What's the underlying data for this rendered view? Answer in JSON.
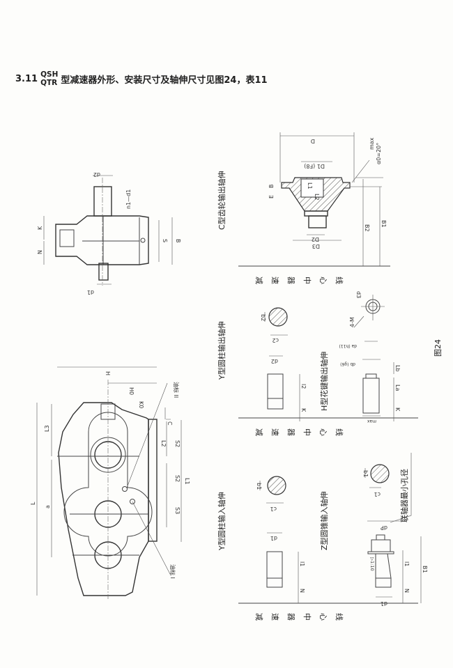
{
  "heading": {
    "number": "3.11",
    "model_top": "QSH",
    "model_bottom": "QTR",
    "text": "型减速器外形、安装尺寸及轴伸尺寸见图24，表11"
  },
  "figure_label": "图24",
  "captions": {
    "c_gear_output": "C型齿轮输出轴伸",
    "y_cyl_output": "Y型圆柱输出轴伸",
    "h_spline_output": "H型花键输出轴伸",
    "y_cyl_input": "Y型圆柱输入轴伸",
    "z_cone_input": "Z型圆锥输入轴伸",
    "coupling_min_bore": "联轴器最小孔径",
    "centerline_chars": [
      "减",
      "速",
      "器",
      "中",
      "心",
      "线"
    ]
  },
  "top_view_labels": {
    "d2": "d2",
    "n1_d1": "n1—d1",
    "K": "K",
    "N": "N",
    "S": "S",
    "B": "B",
    "d1": "d1"
  },
  "main_view_labels": {
    "H": "H",
    "Ho": "H0",
    "Ko": "K0",
    "oil_mark_2": "油标 II",
    "oil_mark_1": "油标 I",
    "L": "L",
    "L3": "L3",
    "a": "a",
    "C": "C",
    "L2": "L2",
    "S2a": "S2",
    "S2b": "S2",
    "S3": "S3",
    "L1": "L1"
  },
  "c_type_labels": {
    "D": "D",
    "D1": "D1 (F8)",
    "angle": "α0=20°",
    "max": "max",
    "E": "E",
    "B": "B",
    "L1": "L1",
    "L2": "L2",
    "D2": "D2",
    "D3": "D3",
    "B2": "B2",
    "B1": "B1"
  },
  "y_output_labels": {
    "b2": "b2",
    "c2": "c2",
    "d2": "d2",
    "l2": "l2",
    "K": "K"
  },
  "h_output_labels": {
    "d3": "d3",
    "M": "4-M",
    "da": "da (h11)",
    "db": "db (g6)",
    "Lb": "Lb",
    "La": "La",
    "K": "K",
    "max": "max"
  },
  "y_input_labels": {
    "b1": "b1",
    "c1": "c1",
    "d1": "d1",
    "l1": "l1",
    "N": "N"
  },
  "z_input_labels": {
    "b1": "b1",
    "c1": "c1",
    "dP": "dP",
    "taper": "▷1:10",
    "l1": "l1",
    "N": "N",
    "B1": "B1",
    "d1": "d1"
  }
}
